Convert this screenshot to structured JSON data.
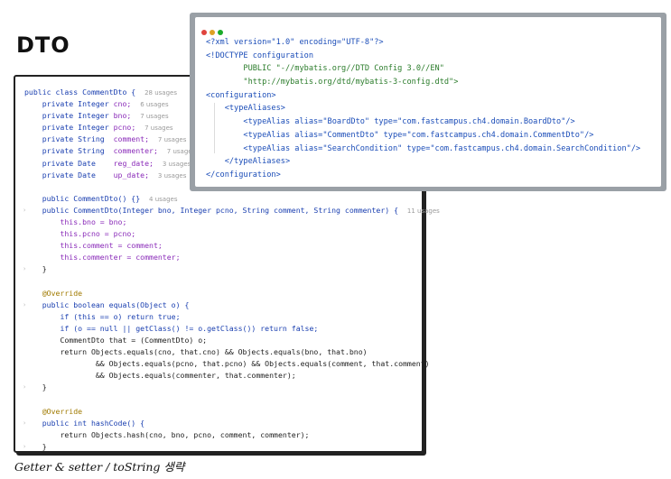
{
  "title": "DTO",
  "footer": "Getter & setter / toString 생략",
  "colors": {
    "dot_red": "#e0443e",
    "dot_yellow": "#dea123",
    "dot_green": "#1aab29",
    "panel_frame": "#9aa0a6"
  },
  "java": {
    "class_decl": "public class CommentDto {",
    "class_usages": "28 usages",
    "fields": [
      {
        "decl": "private Integer",
        "name": "cno;",
        "usages": "6 usages"
      },
      {
        "decl": "private Integer",
        "name": "bno;",
        "usages": "7 usages"
      },
      {
        "decl": "private Integer",
        "name": "pcno;",
        "usages": "7 usages"
      },
      {
        "decl": "private String ",
        "name": "comment;",
        "usages": "7 usages"
      },
      {
        "decl": "private String ",
        "name": "commenter;",
        "usages": "7 usages"
      },
      {
        "decl": "private Date   ",
        "name": "reg_date;",
        "usages": "3 usages"
      },
      {
        "decl": "private Date   ",
        "name": "up_date;",
        "usages": "3 usages"
      }
    ],
    "ctor_default": "public CommentDto() {}",
    "ctor_default_usages": "4 usages",
    "ctor_full": "public CommentDto(Integer bno, Integer pcno, String comment, String commenter) {",
    "ctor_full_usages": "11 usages",
    "ctor_body": [
      "this.bno = bno;",
      "this.pcno = pcno;",
      "this.comment = comment;",
      "this.commenter = commenter;"
    ],
    "close_brace": "}",
    "override": "@Override",
    "equals_sig": "public boolean equals(Object o) {",
    "equals_body": [
      "if (this == o) return true;",
      "if (o == null || getClass() != o.getClass()) return false;",
      "CommentDto that = (CommentDto) o;",
      "return Objects.equals(cno, that.cno) && Objects.equals(bno, that.bno)",
      "        && Objects.equals(pcno, that.pcno) && Objects.equals(comment, that.comment)",
      "        && Objects.equals(commenter, that.commenter);"
    ],
    "hash_sig": "public int hashCode() {",
    "hash_body": "return Objects.hash(cno, bno, pcno, comment, commenter);"
  },
  "xml": {
    "lines": [
      "<?xml version=\"1.0\" encoding=\"UTF-8\"?>",
      "<!DOCTYPE configuration",
      "        PUBLIC \"-//mybatis.org//DTD Config 3.0//EN\"",
      "        \"http://mybatis.org/dtd/mybatis-3-config.dtd\">",
      "<configuration>",
      "    <typeAliases>",
      "        <typeAlias alias=\"BoardDto\" type=\"com.fastcampus.ch4.domain.BoardDto\"/>",
      "        <typeAlias alias=\"CommentDto\" type=\"com.fastcampus.ch4.domain.CommentDto\"/>",
      "        <typeAlias alias=\"SearchCondition\" type=\"com.fastcampus.ch4.domain.SearchCondition\"/>",
      "    </typeAliases>",
      "</configuration>"
    ]
  }
}
